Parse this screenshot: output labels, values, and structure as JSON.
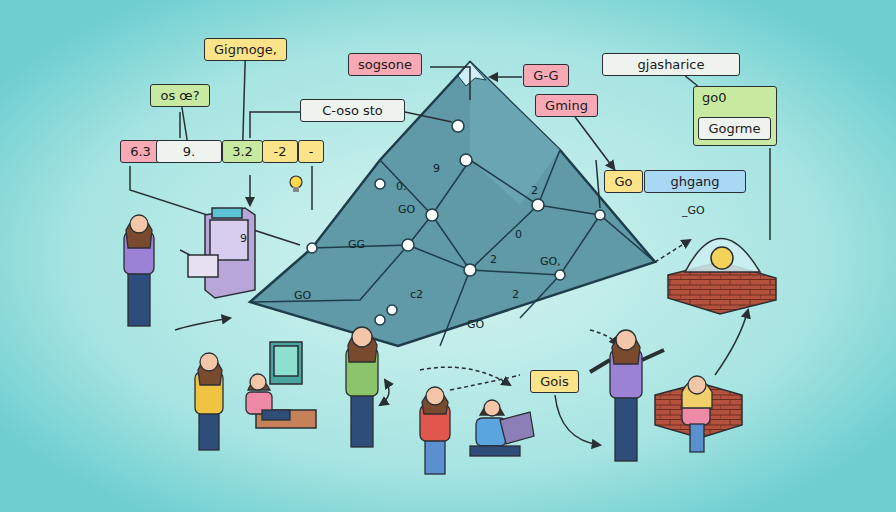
{
  "diagram": {
    "nodes": [
      {
        "text": [
          "Gigmoge,"
        ]
      },
      {
        "text": [
          "sogsone"
        ]
      },
      {
        "text": [
          "G-G"
        ]
      },
      {
        "text": [
          "gjasharice"
        ]
      },
      {
        "text": [
          "os œ?"
        ]
      },
      {
        "text": [
          "C-oso sto"
        ]
      },
      {
        "text": [
          "Gming"
        ]
      },
      {
        "text": [
          "go0"
        ]
      },
      {
        "text": [
          "Gogrme"
        ],
        "in": 7
      },
      {
        "text": [
          "6.3"
        ]
      },
      {
        "text": [
          "9."
        ]
      },
      {
        "text": [
          "3.2"
        ]
      },
      {
        "text": [
          "-2"
        ]
      },
      {
        "text": [
          "-"
        ]
      },
      {
        "text": [
          "Go"
        ]
      },
      {
        "text": [
          "ghgang"
        ]
      },
      {
        "text": [
          "Gois"
        ]
      }
    ],
    "edges": [
      {
        "from": 4,
        "to": 10,
        "arrow": "none"
      },
      {
        "from": 0,
        "to": 11,
        "arrow": "none"
      },
      {
        "from": 6,
        "to": 14,
        "arrow": "to"
      },
      {
        "from": 3,
        "to": 7,
        "arrow": "none"
      }
    ],
    "labels": [
      "9",
      "0.",
      "GO",
      "2",
      "0",
      "GG",
      "2",
      "GO,",
      "2",
      "GO",
      "c2",
      "GO",
      "_GO",
      "9"
    ]
  }
}
